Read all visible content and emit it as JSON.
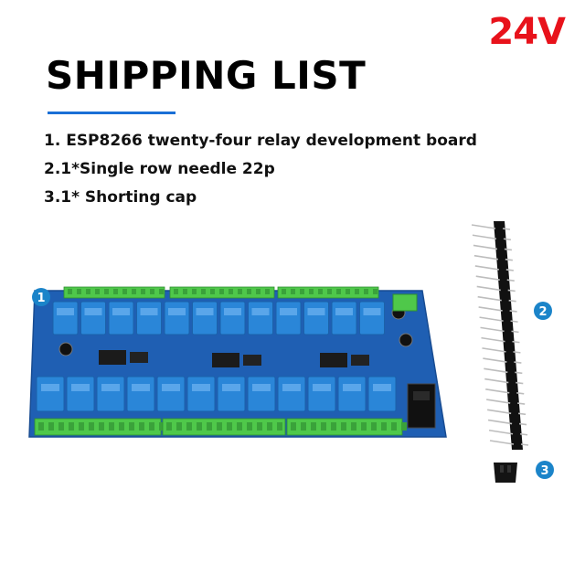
{
  "voltage_label": "24V",
  "title": "SHIPPING LIST",
  "items": [
    "1. ESP8266 twenty-four relay development board",
    "2.1*Single row needle 22p",
    "3.1* Shorting cap"
  ],
  "callouts": [
    "1",
    "2",
    "3"
  ],
  "colors": {
    "voltage": "#e8121b",
    "accent_rule": "#1a6fd6",
    "callout": "#1b84c9",
    "pcb": "#1f5fb3",
    "relay": "#2a86d8",
    "terminal": "#4fc84a"
  },
  "icons": [
    "relay-board-photo",
    "pin-header-photo",
    "shorting-cap-photo"
  ]
}
